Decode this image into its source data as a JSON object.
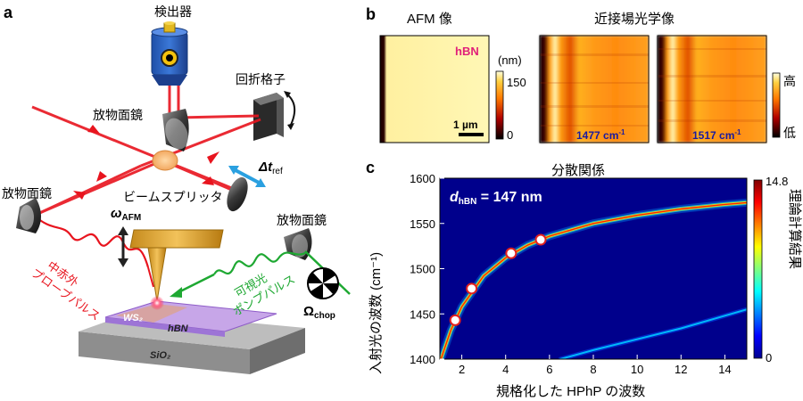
{
  "panel_a": {
    "letter": "a",
    "detector": "検出器",
    "grating": "回折格子",
    "parabolic_mirror_1": "放物面鏡",
    "parabolic_mirror_2": "放物面鏡",
    "parabolic_mirror_3": "放物面鏡",
    "beam_splitter": "ビームスプリッタ",
    "delta_t_main": "Δt",
    "delta_t_sub": "ref",
    "omega_afm_main": "ω",
    "omega_afm_sub": "AFM",
    "omega_chop_main": "Ω",
    "omega_chop_sub": "chop",
    "mid_ir_line1": "中赤外",
    "mid_ir_line2": "プローブパルス",
    "visible_line1": "可視光",
    "visible_line2": "ポンプパルス",
    "ws2": "WS₂",
    "hbn": "hBN",
    "sio2": "SiO₂"
  },
  "panel_b": {
    "letter": "b",
    "afm_title": "AFM 像",
    "nearfield_title": "近接場光学像",
    "hbn_label": "hBN",
    "colorbar_unit": "(nm)",
    "colorbar_max": "150",
    "colorbar_min": "0",
    "scalebar": "1 µm",
    "label_1477": "1477 cm",
    "label_1517": "1517 cm",
    "wn_exp": "-1",
    "high": "高",
    "low": "低"
  },
  "panel_c": {
    "letter": "c",
    "title": "分散関係",
    "thickness_main": "d",
    "thickness_sub": "hBN",
    "thickness_value": " = 147 nm",
    "ylabel": "入射光の波数 (cm⁻¹)",
    "xlabel": "規格化した HPhP の波数",
    "colorbar_label": "理論計算結果",
    "colorbar_max": "14.8",
    "colorbar_min": "0"
  },
  "chart_data": {
    "type": "scatter",
    "title": "分散関係",
    "xlabel": "規格化した HPhP の波数",
    "ylabel": "入射光の波数 (cm⁻¹)",
    "xlim": [
      1,
      15
    ],
    "ylim": [
      1400,
      1600
    ],
    "x_ticks": [
      "2",
      "4",
      "6",
      "8",
      "10",
      "12",
      "14"
    ],
    "y_ticks": [
      "1400",
      "1450",
      "1500",
      "1550",
      "1600"
    ],
    "series": [
      {
        "points": [
          [
            1.7,
            1443
          ],
          [
            2.45,
            1478
          ],
          [
            4.25,
            1517
          ],
          [
            5.6,
            1532
          ]
        ]
      }
    ],
    "theory_branches": [
      {
        "x": [
          1.05,
          1.5,
          2,
          3,
          4,
          5,
          6,
          8,
          10,
          12,
          14,
          15
        ],
        "y": [
          1400,
          1432,
          1458,
          1492,
          1512,
          1526,
          1536,
          1550,
          1559,
          1566,
          1571,
          1573
        ]
      },
      {
        "x": [
          6.5,
          8,
          10,
          12,
          14,
          15
        ],
        "y": [
          1400,
          1410,
          1422,
          1434,
          1448,
          1455
        ]
      }
    ],
    "colorbar": {
      "min": 0,
      "max": 14.8
    }
  }
}
